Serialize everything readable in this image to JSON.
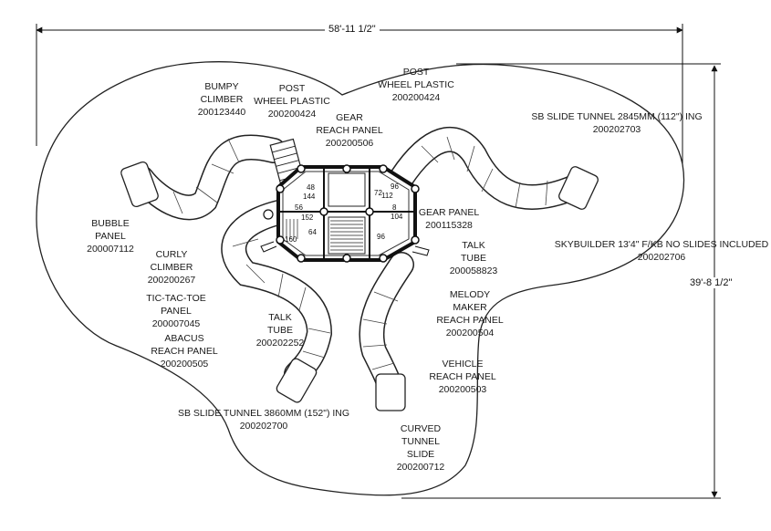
{
  "dimensions": {
    "width": "58'-11 1/2\"",
    "depth": "39'-8 1/2\""
  },
  "labels": {
    "bumpy_climber": [
      "BUMPY",
      "CLIMBER",
      "200123440"
    ],
    "post_wheel_left": [
      "POST",
      "WHEEL PLASTIC",
      "200200424"
    ],
    "post_wheel_right": [
      "POST",
      "WHEEL PLASTIC",
      "200200424"
    ],
    "gear_reach_panel": [
      "GEAR",
      "REACH PANEL",
      "200200506"
    ],
    "sb_slide_tunnel_112": [
      "SB SLIDE TUNNEL 2845MM (112\") ING",
      "200202703"
    ],
    "bubble_panel": [
      "BUBBLE",
      "PANEL",
      "200007112"
    ],
    "gear_panel": [
      "GEAR PANEL",
      "200115328"
    ],
    "skybuilder": [
      "SKYBUILDER 13'4\" F/KB NO SLIDES INCLUDED",
      "200202706"
    ],
    "talk_tube_right": [
      "TALK",
      "TUBE",
      "200058823"
    ],
    "curly_climber": [
      "CURLY",
      "CLIMBER",
      "200200267"
    ],
    "tic_tac_toe_panel": [
      "TIC-TAC-TOE",
      "PANEL",
      "200007045"
    ],
    "abacus_reach_panel": [
      "ABACUS",
      "REACH PANEL",
      "200200505"
    ],
    "talk_tube_left": [
      "TALK",
      "TUBE",
      "200202252"
    ],
    "melody_maker": [
      "MELODY",
      "MAKER",
      "REACH PANEL",
      "200200504"
    ],
    "vehicle_reach_panel": [
      "VEHICLE",
      "REACH PANEL",
      "200200503"
    ],
    "sb_slide_tunnel_152": [
      "SB SLIDE TUNNEL 3860MM (152\") ING",
      "200202700"
    ],
    "curved_tunnel_slide": [
      "CURVED",
      "TUNNEL",
      "SLIDE",
      "200200712"
    ]
  },
  "deck_heights": [
    "48",
    "72",
    "96",
    "104",
    "96",
    "64",
    "160",
    "152",
    "56",
    "144",
    "112",
    "8"
  ]
}
